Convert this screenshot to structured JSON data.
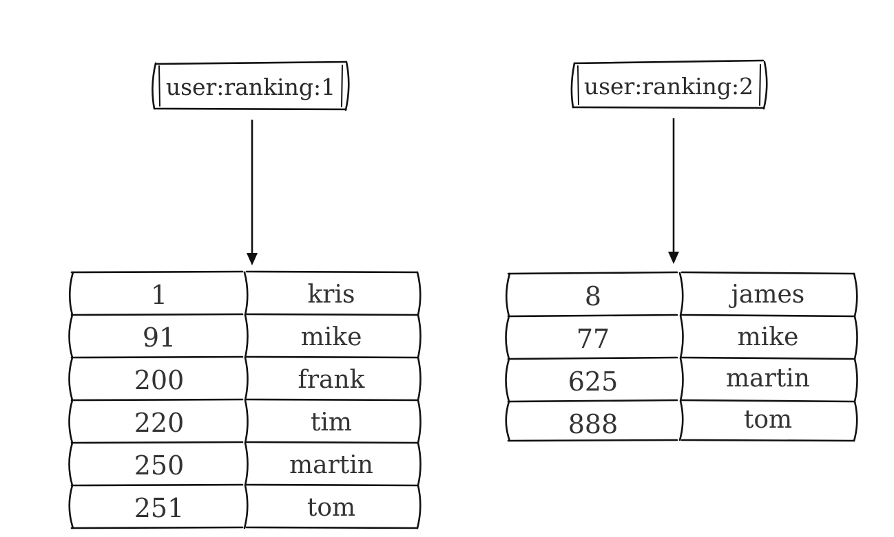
{
  "keys": [
    {
      "label": "user:ranking:1",
      "rows": [
        {
          "score": "1",
          "member": "kris"
        },
        {
          "score": "91",
          "member": "mike"
        },
        {
          "score": "200",
          "member": "frank"
        },
        {
          "score": "220",
          "member": "tim"
        },
        {
          "score": "250",
          "member": "martin"
        },
        {
          "score": "251",
          "member": "tom"
        }
      ]
    },
    {
      "label": "user:ranking:2",
      "rows": [
        {
          "score": "8",
          "member": "james"
        },
        {
          "score": "77",
          "member": "mike"
        },
        {
          "score": "625",
          "member": "martin"
        },
        {
          "score": "888",
          "member": "tom"
        }
      ]
    }
  ]
}
